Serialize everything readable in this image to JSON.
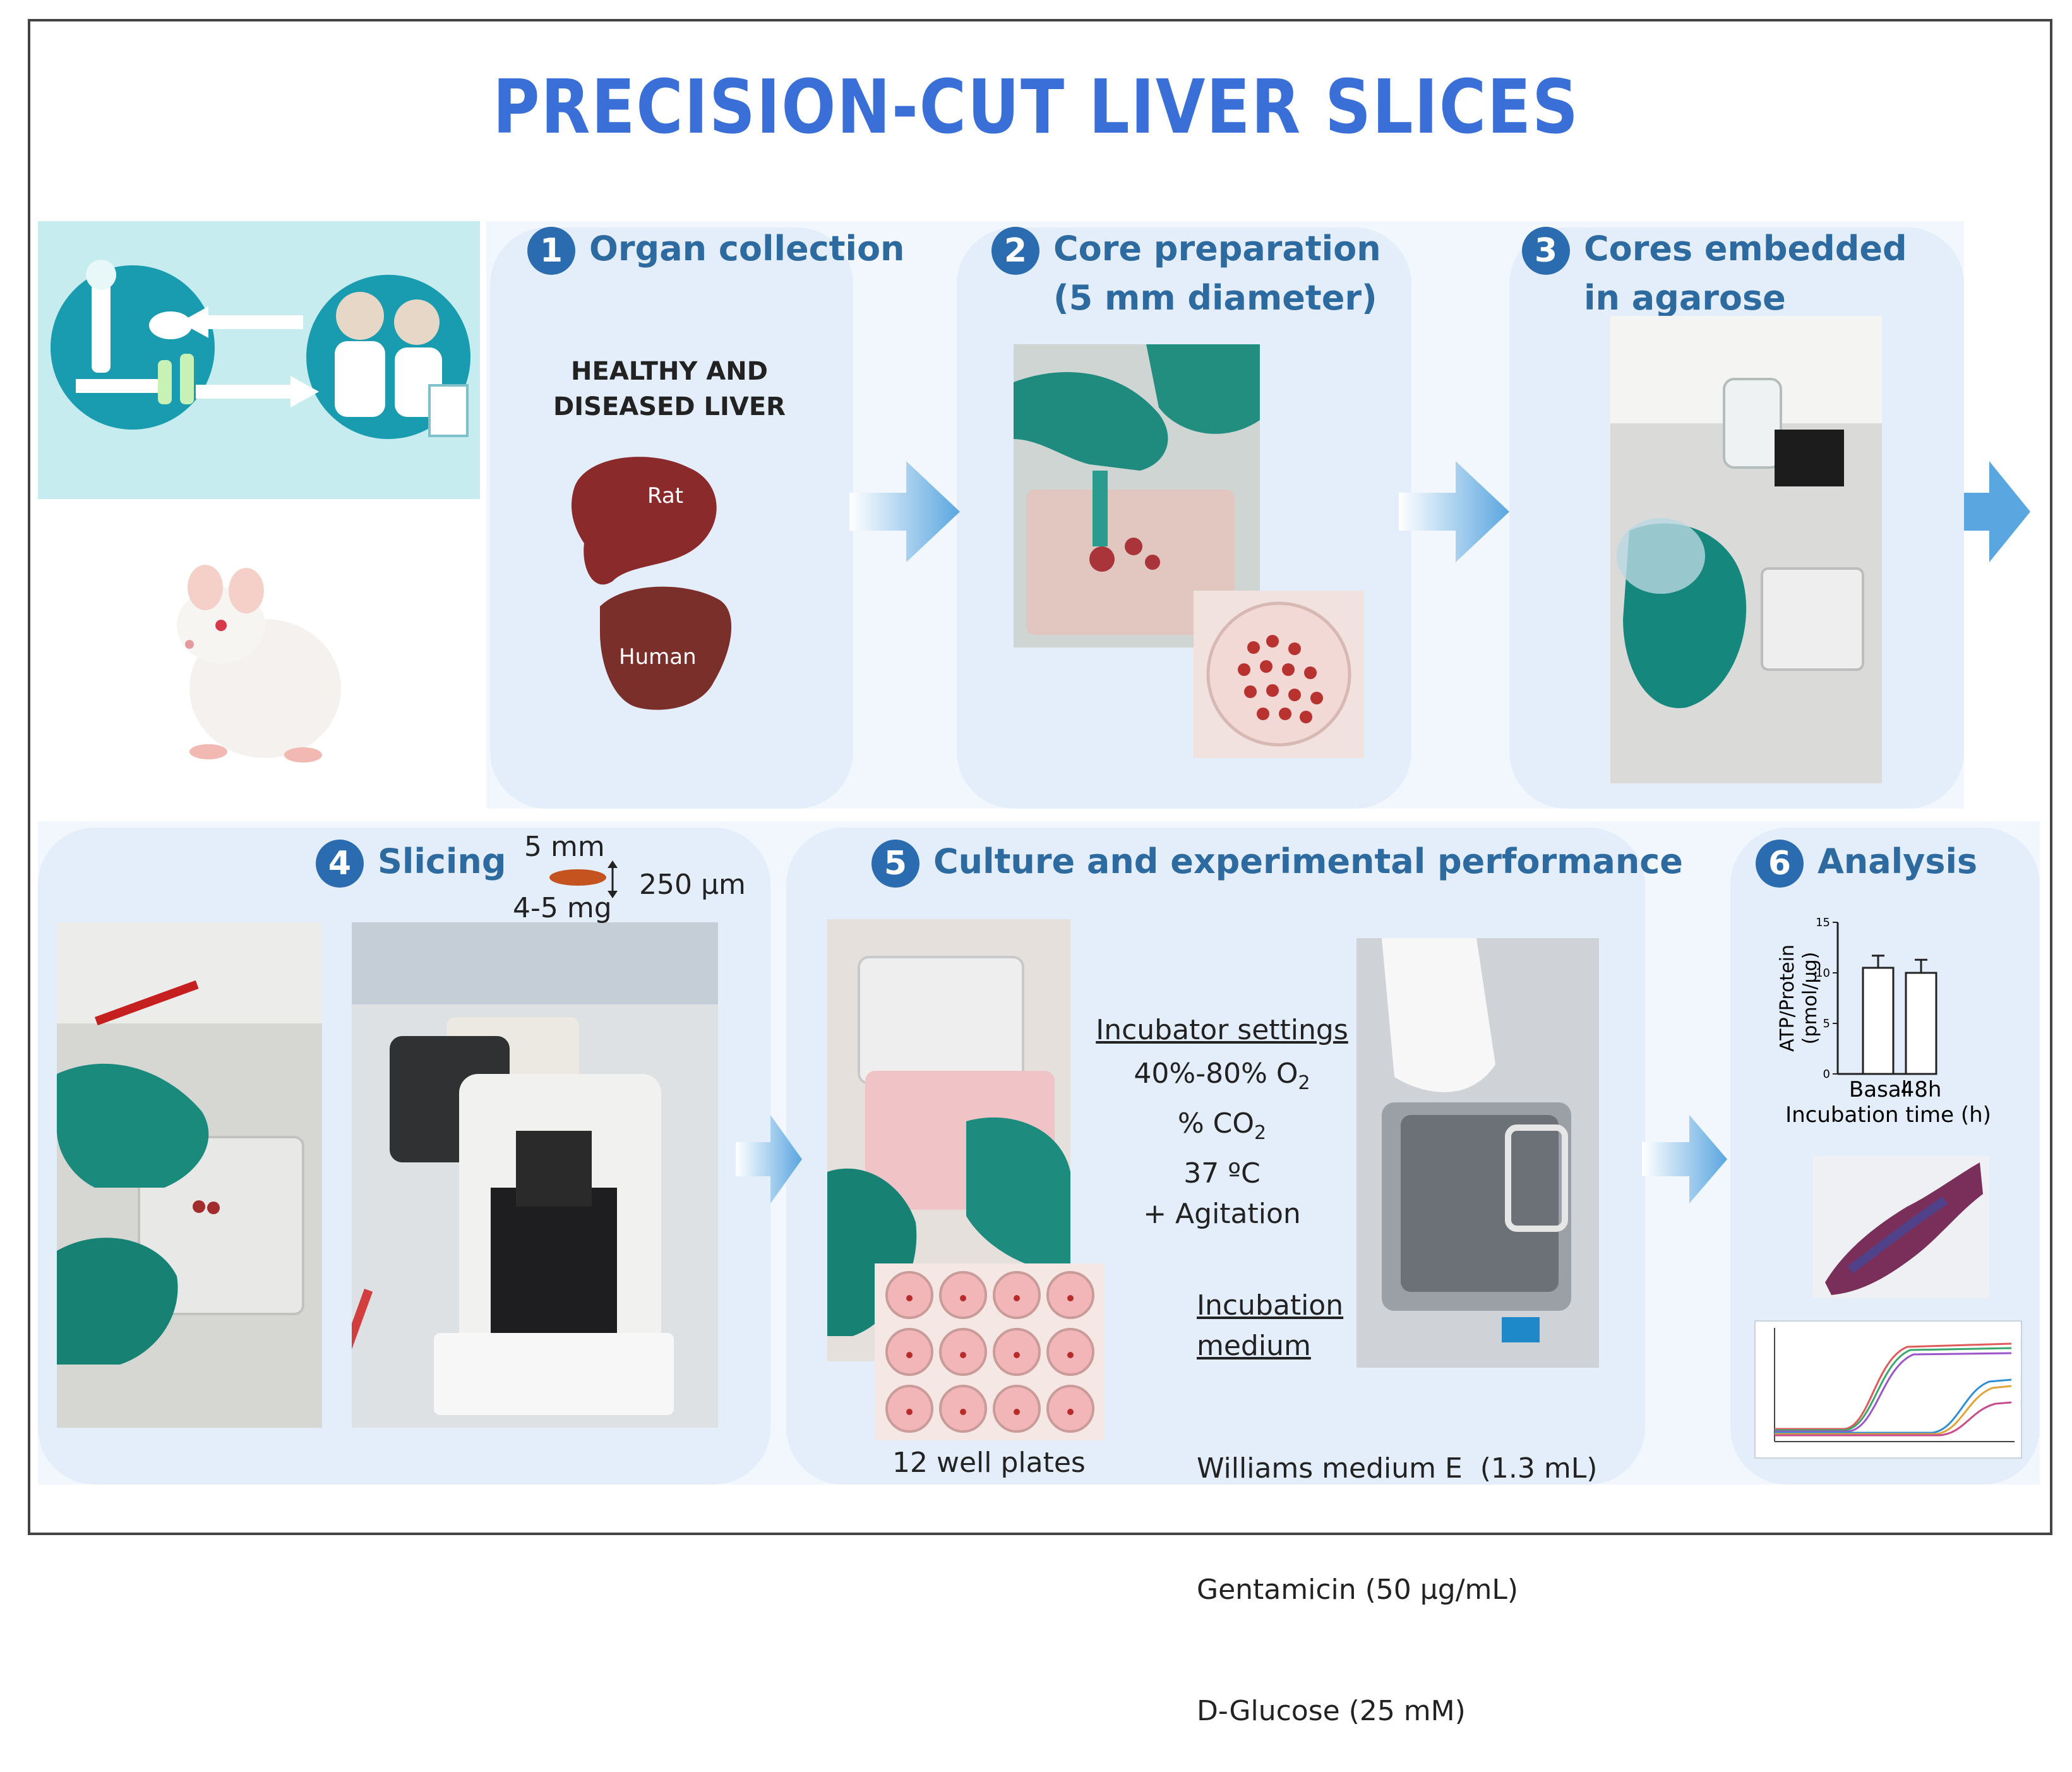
{
  "title": "PRECISION-CUT LIVER SLICES",
  "steps": [
    {
      "num": "1",
      "label": "Organ collection"
    },
    {
      "num": "2",
      "label": "Core preparation\n(5 mm diameter)"
    },
    {
      "num": "3",
      "label": "Cores embedded\nin agarose"
    },
    {
      "num": "4",
      "label": "Slicing"
    },
    {
      "num": "5",
      "label": "Culture and experimental performance"
    },
    {
      "num": "6",
      "label": "Analysis"
    }
  ],
  "organ": {
    "heading": "HEALTHY AND\nDISEASED LIVER",
    "rat_label": "Rat",
    "human_label": "Human"
  },
  "slice": {
    "diameter": "5 mm",
    "thickness": "250 µm",
    "weight": "4-5 mg"
  },
  "incubator": {
    "title": "Incubator settings",
    "lines": [
      "40%-80% O2",
      "% CO2",
      "37 ºC",
      "+ Agitation"
    ]
  },
  "medium": {
    "title": "Incubation\nmedium",
    "lines": [
      "Williams medium E  (1.3 mL)",
      "Gentamicin (50 µg/mL)",
      "D-Glucose (25 mM)"
    ]
  },
  "plates_caption": "12 well plates",
  "chart_data": {
    "type": "bar",
    "categories": [
      "Basal",
      "48h"
    ],
    "values": [
      10.5,
      10.0
    ],
    "errors": [
      1.2,
      1.3
    ],
    "xlabel": "Incubation time (h)",
    "ylabel": "ATP/Protein\n(pmol/µg)",
    "ylim": [
      0,
      15
    ],
    "yticks": [
      "0",
      "5",
      "10",
      "15"
    ]
  },
  "colors": {
    "title": "#3b6fd8",
    "step_badge": "#2b6cb0",
    "step_text": "#2d6a9f",
    "panel": "#e4eefa",
    "arrow": "#5aa6e0"
  }
}
